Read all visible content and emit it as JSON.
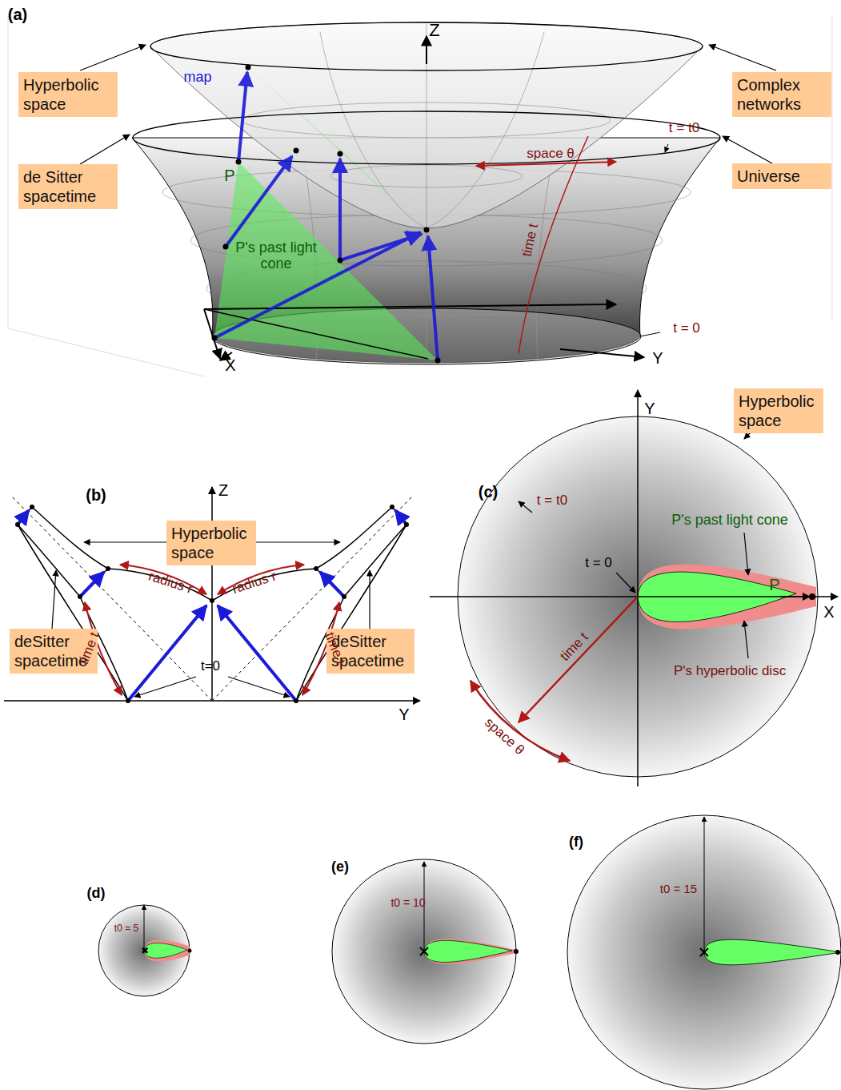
{
  "diagram": {
    "nodes": [
      {
        "text": [
          "Hyperbolic space"
        ]
      },
      {
        "text": [
          "de Sitter spacetime"
        ]
      },
      {
        "text": [
          "Complex networks"
        ]
      },
      {
        "text": [
          "Universe"
        ]
      },
      {
        "text": [
          "Hyperbolic space"
        ]
      },
      {
        "text": [
          "deSitter spacetime"
        ]
      },
      {
        "text": [
          "deSitter spacetime"
        ]
      },
      {
        "text": [
          "Hyperbolic space"
        ]
      }
    ],
    "labels": [
      "(a)",
      "Z",
      "map",
      "P",
      "t = t0",
      "space θ",
      "time t",
      "P's past light cone",
      "t = 0",
      "X",
      "Y",
      "(b)",
      "Z",
      "radius r",
      "radius r",
      "time t",
      "time t",
      "t=0",
      "Y",
      "(c)",
      "Y",
      "t = t0",
      "t = 0",
      "P's past light cone",
      "P",
      "X",
      "time t",
      "space θ",
      "P's hyperbolic disc",
      "(d)",
      "t0 = 5",
      "(e)",
      "t0 = 10",
      "(f)",
      "t0 = 15"
    ]
  }
}
